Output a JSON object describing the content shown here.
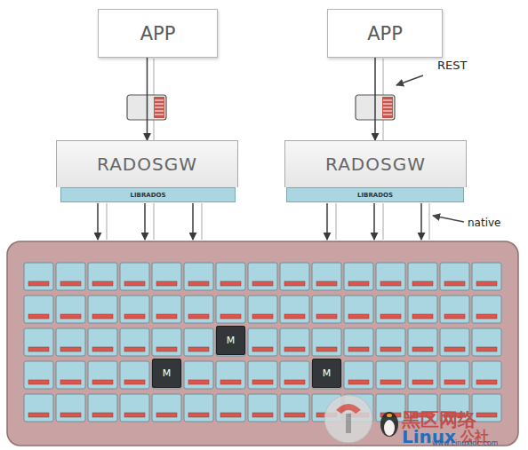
{
  "diagram": {
    "nodes": [
      {
        "text": [
          "APP"
        ]
      },
      {
        "text": [
          "APP"
        ]
      },
      {
        "text": [
          "RADOSGW"
        ]
      },
      {
        "text": [
          "RADOSGW"
        ]
      },
      {
        "text": [
          "LIBRADOS"
        ]
      },
      {
        "text": [
          "LIBRADOS"
        ]
      },
      {
        "text": [
          "M"
        ]
      },
      {
        "text": [
          "M"
        ]
      },
      {
        "text": [
          "M"
        ]
      }
    ],
    "edges": [
      {
        "from": 0,
        "to": 2,
        "arrow": "to"
      },
      {
        "from": 1,
        "to": 3,
        "arrow": "to"
      }
    ],
    "labels": [
      "REST",
      "native",
      "黑区网络",
      "Linux",
      "公社",
      "www.Linuxidc.com"
    ]
  }
}
